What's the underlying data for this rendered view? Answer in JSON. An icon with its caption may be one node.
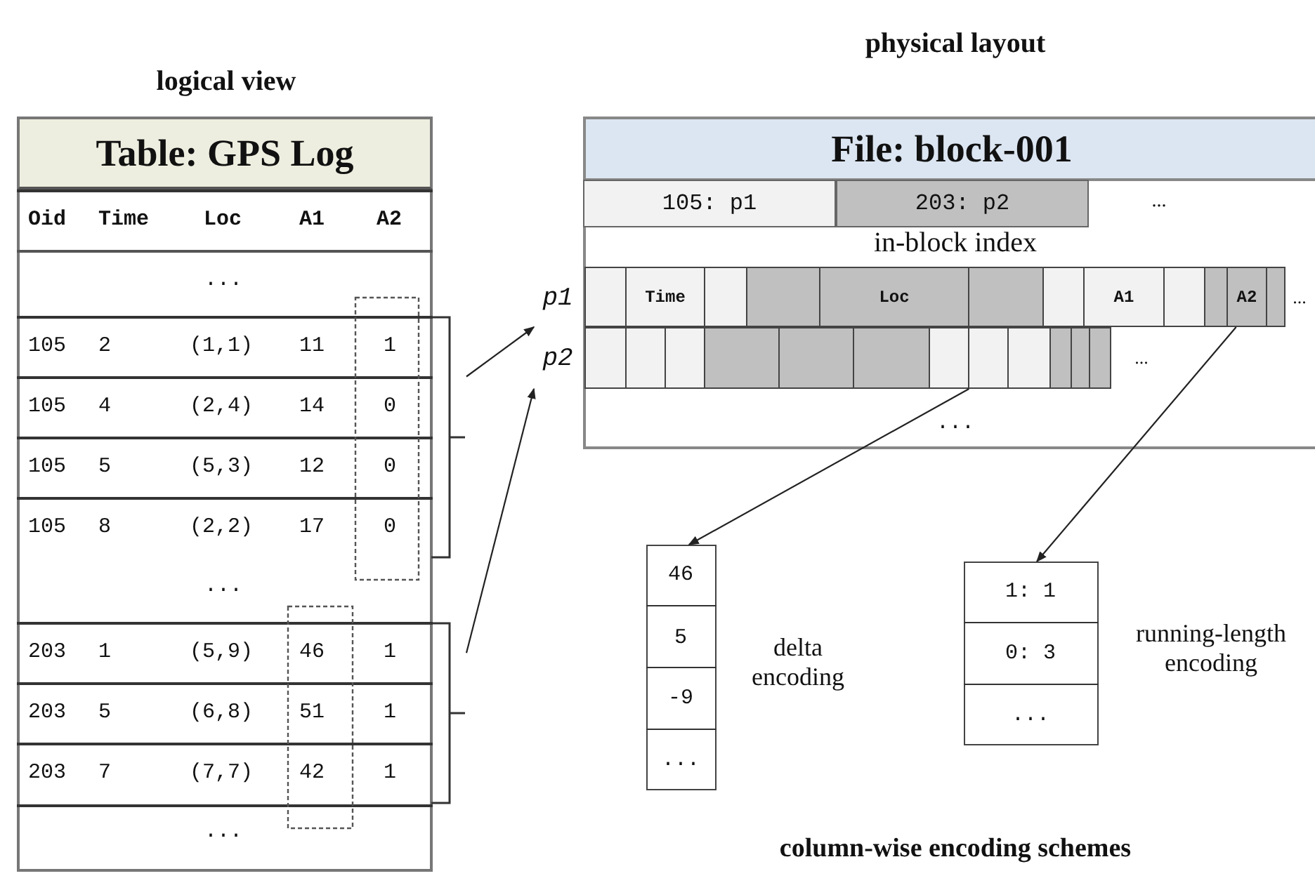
{
  "diagram": {
    "caption": "column-wise encoding schemes",
    "nodes": [
      {
        "text": [
          "logical view",
          "Table: GPS Log"
        ]
      },
      {
        "text": [
          "Oid",
          "Time",
          "Loc",
          "A1",
          "A2"
        ],
        "in": 0
      },
      {
        "text": [
          "..."
        ],
        "in": 0
      },
      {
        "text": [
          "105",
          "2",
          "(1,1)",
          "11",
          "1"
        ],
        "in": 0
      },
      {
        "text": [
          "105",
          "4",
          "(2,4)",
          "14",
          "0"
        ],
        "in": 0
      },
      {
        "text": [
          "105",
          "5",
          "(5,3)",
          "12",
          "0"
        ],
        "in": 0
      },
      {
        "text": [
          "105",
          "8",
          "(2,2)",
          "17",
          "0"
        ],
        "in": 0
      },
      {
        "text": [
          "..."
        ],
        "in": 0
      },
      {
        "text": [
          "203",
          "1",
          "(5,9)",
          "46",
          "1"
        ],
        "in": 0
      },
      {
        "text": [
          "203",
          "5",
          "(6,8)",
          "51",
          "1"
        ],
        "in": 0
      },
      {
        "text": [
          "203",
          "7",
          "(7,7)",
          "42",
          "1"
        ],
        "in": 0
      },
      {
        "text": [
          "..."
        ],
        "in": 0
      },
      {
        "text": [],
        "shape": "bracket"
      },
      {
        "text": [],
        "shape": "bracket"
      },
      {
        "text": [
          "physical layout",
          "File: block-001",
          "...",
          "in-block index",
          "..."
        ]
      },
      {
        "text": [
          "105: p1"
        ],
        "in": 14
      },
      {
        "text": [
          "203: p2"
        ],
        "in": 14
      },
      {
        "text": [
          "Time",
          "Loc",
          "A1",
          "A2",
          "..."
        ],
        "beside": [
          "p1"
        ],
        "in": 14
      },
      {
        "text": [
          "..."
        ],
        "beside": [
          "p2"
        ],
        "in": 14
      },
      {
        "text": [
          "46",
          "5",
          "-9",
          "..."
        ],
        "beside": [
          "delta encoding"
        ]
      },
      {
        "text": [
          "1: 1",
          "0: 3",
          "..."
        ],
        "beside": [
          "running-length encoding"
        ]
      }
    ],
    "edges": [
      {
        "from": 12,
        "to": 17,
        "arrow": "to"
      },
      {
        "from": 13,
        "to": 18,
        "arrow": "to"
      },
      {
        "from": 18,
        "to": 19,
        "arrow": "to"
      },
      {
        "from": 17,
        "to": 20,
        "arrow": "to"
      }
    ]
  }
}
